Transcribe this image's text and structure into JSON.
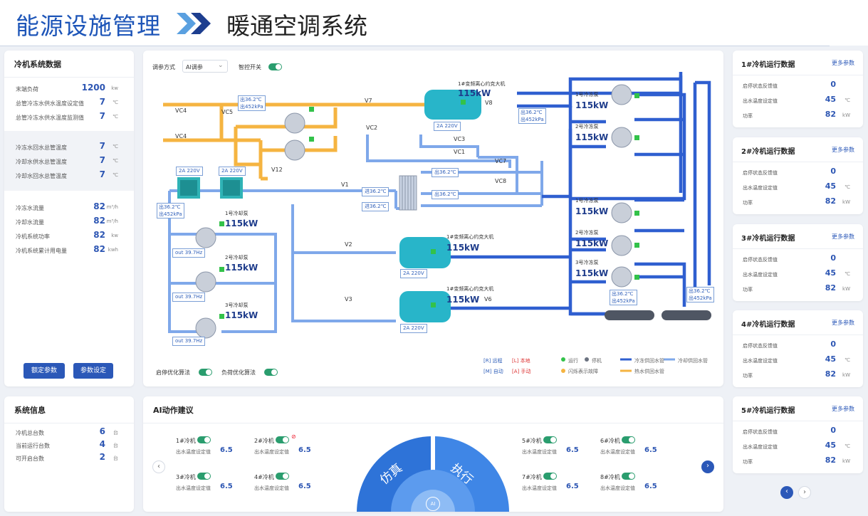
{
  "header": {
    "title": "能源设施管理",
    "subtitle": "暖通空调系统"
  },
  "left": {
    "title": "冷机系统数据",
    "group1": [
      {
        "label": "末端负荷",
        "value": "1200",
        "unit": "kw"
      },
      {
        "label": "总管冷冻水供水温度设定值",
        "value": "7",
        "unit": "℃"
      },
      {
        "label": "总管冷冻水供水温度监测值",
        "value": "7",
        "unit": "℃"
      }
    ],
    "group2": [
      {
        "label": "冷冻水回水总管温度",
        "value": "7",
        "unit": "℃"
      },
      {
        "label": "冷却水供水总管温度",
        "value": "7",
        "unit": "℃"
      },
      {
        "label": "冷却水回水总管温度",
        "value": "7",
        "unit": "℃"
      }
    ],
    "group3": [
      {
        "label": "冷冻水流量",
        "value": "82",
        "unit": "m³/h"
      },
      {
        "label": "冷却水流量",
        "value": "82",
        "unit": "m³/h"
      },
      {
        "label": "冷机系统功率",
        "value": "82",
        "unit": "kw"
      },
      {
        "label": "冷机系统累计用电量",
        "value": "82",
        "unit": "kwh"
      }
    ],
    "btn1": "额定参数",
    "btn2": "参数设定"
  },
  "sysinfo": {
    "title": "系统信息",
    "rows": [
      {
        "label": "冷机总台数",
        "value": "6",
        "unit": "台"
      },
      {
        "label": "当前运行台数",
        "value": "4",
        "unit": "台"
      },
      {
        "label": "可开启台数",
        "value": "2",
        "unit": "台"
      }
    ]
  },
  "diagram": {
    "mode_label": "调参方式",
    "mode_value": "AI调参",
    "smart_label": "智控开关",
    "opt1": "启停优化算法",
    "opt2": "负荷优化算法",
    "chiller_name": "1#变频离心约克大机",
    "chiller_kw": "115kW",
    "elec": "2A 220V",
    "temp_out": "出36.2℃",
    "press_out": "出452kPa",
    "temp_in": "进36.2℃",
    "out_hz": "out 39.7Hz",
    "cool_pump1": "1号冷却泵",
    "cool_pump2": "2号冷却泵",
    "cool_pump3": "3号冷却泵",
    "chill_pump1": "1号冷冻泵",
    "chill_pump2": "2号冷冻泵",
    "chill_pump3": "3号冷冻泵",
    "pump_kw": "115kW",
    "valves": {
      "vc4": "VC4",
      "vc5": "VC5",
      "v7": "V7",
      "v8": "V8",
      "vc2": "VC2",
      "vc3": "VC3",
      "vc1": "VC1",
      "v12": "V12",
      "vc7": "VC7",
      "vc8": "VC8",
      "v1": "V1",
      "v2": "V2",
      "v3": "V3",
      "v6": "V6"
    },
    "legend": {
      "r": "[R] 远程",
      "l": "[L] 本地",
      "m": "[M] 自动",
      "a": "[A] 手动",
      "run": "运行",
      "stop": "停机",
      "flash": "闪烁表示故障",
      "chill_supply": "冷冻供回水管",
      "cool_supply": "冷却供回水管",
      "hot": "热水供回水管"
    },
    "colors": {
      "chill": "#2f5fd0",
      "cool": "#7fa8ea",
      "hot": "#f5b441",
      "run": "#33c24a"
    }
  },
  "chillers": [
    {
      "title": "1#冷机运行数据",
      "more": "更多参数",
      "rows": [
        {
          "label": "启停状态反馈值",
          "value": "0",
          "unit": ""
        },
        {
          "label": "出水温度设定值",
          "value": "45",
          "unit": "℃"
        },
        {
          "label": "功率",
          "value": "82",
          "unit": "kW"
        }
      ]
    },
    {
      "title": "2#冷机运行数据",
      "more": "更多参数",
      "rows": [
        {
          "label": "启停状态反馈值",
          "value": "0",
          "unit": ""
        },
        {
          "label": "出水温度设定值",
          "value": "45",
          "unit": "℃"
        },
        {
          "label": "功率",
          "value": "82",
          "unit": "kW"
        }
      ]
    },
    {
      "title": "3#冷机运行数据",
      "more": "更多参数",
      "rows": [
        {
          "label": "启停状态反馈值",
          "value": "0",
          "unit": ""
        },
        {
          "label": "出水温度设定值",
          "value": "45",
          "unit": "℃"
        },
        {
          "label": "功率",
          "value": "82",
          "unit": "kW"
        }
      ]
    },
    {
      "title": "4#冷机运行数据",
      "more": "更多参数",
      "rows": [
        {
          "label": "启停状态反馈值",
          "value": "0",
          "unit": ""
        },
        {
          "label": "出水温度设定值",
          "value": "45",
          "unit": "℃"
        },
        {
          "label": "功率",
          "value": "82",
          "unit": "kW"
        }
      ]
    },
    {
      "title": "5#冷机运行数据",
      "more": "更多参数",
      "rows": [
        {
          "label": "启停状态反馈值",
          "value": "0",
          "unit": ""
        },
        {
          "label": "出水温度设定值",
          "value": "45",
          "unit": "℃"
        },
        {
          "label": "功率",
          "value": "82",
          "unit": "kW"
        }
      ]
    }
  ],
  "ai": {
    "title": "AI动作建议",
    "simulate": "仿真",
    "execute": "执行",
    "ai_icon": "AI",
    "items": [
      {
        "name": "1#冷机",
        "label": "出水温度设定值",
        "value": "6.5"
      },
      {
        "name": "2#冷机",
        "label": "出水温度设定值",
        "value": "6.5"
      },
      {
        "name": "3#冷机",
        "label": "出水温度设定值",
        "value": "6.5"
      },
      {
        "name": "4#冷机",
        "label": "出水温度设定值",
        "value": "6.5"
      },
      {
        "name": "5#冷机",
        "label": "出水温度设定值",
        "value": "6.5"
      },
      {
        "name": "6#冷机",
        "label": "出水温度设定值",
        "value": "6.5"
      },
      {
        "name": "7#冷机",
        "label": "出水温度设定值",
        "value": "6.5"
      },
      {
        "name": "8#冷机",
        "label": "出水温度设定值",
        "value": "6.5"
      }
    ]
  }
}
